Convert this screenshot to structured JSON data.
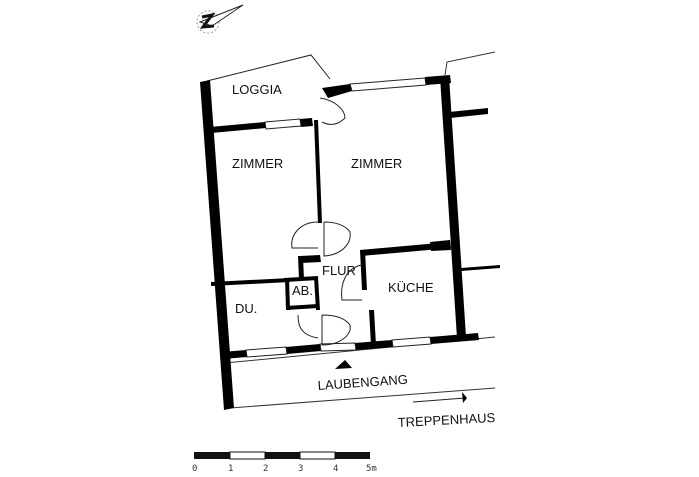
{
  "plan": {
    "rooms": [
      {
        "id": "loggia",
        "label": "LOGGIA"
      },
      {
        "id": "zimmer-left",
        "label": "ZIMMER"
      },
      {
        "id": "zimmer-right",
        "label": "ZIMMER"
      },
      {
        "id": "flur",
        "label": "FLUR"
      },
      {
        "id": "kueche",
        "label": "KÜCHE"
      },
      {
        "id": "dusche",
        "label": "DU."
      },
      {
        "id": "abstellraum",
        "label": "AB."
      }
    ],
    "outside": {
      "laubengang": "LAUBENGANG",
      "treppenhaus": "TREPPENHAUS"
    },
    "north_arrow": {
      "glyph": "N",
      "icon": "north-arrow-icon"
    },
    "entrance_marker": {
      "icon": "entrance-triangle-icon"
    }
  },
  "scale_bar": {
    "ticks": [
      "0",
      "1",
      "2",
      "3",
      "4",
      "5m"
    ],
    "unit": "m"
  }
}
